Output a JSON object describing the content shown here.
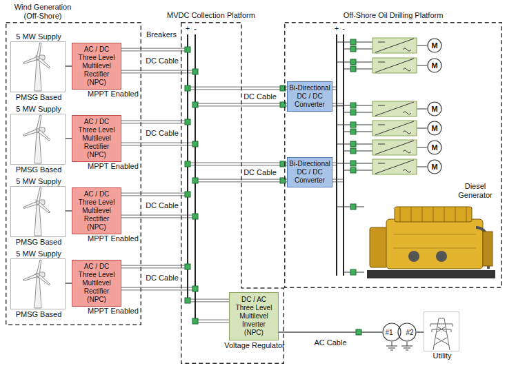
{
  "diagram": {
    "nodes": [
      {
        "text": [
          "Wind Generation (Off-Shore)"
        ]
      },
      {
        "text": [
          "5 MW Supply",
          "PMSG Based"
        ],
        "in": 0
      },
      {
        "text": [
          "AC / DC Three Level Multilevel Rectifier (NPC)",
          "MPPT Enabled"
        ],
        "in": 0
      },
      {
        "text": [
          "5 MW Supply",
          "PMSG Based"
        ],
        "in": 0
      },
      {
        "text": [
          "AC / DC Three Level Multilevel Rectifier (NPC)",
          "MPPT Enabled"
        ],
        "in": 0
      },
      {
        "text": [
          "5 MW Supply",
          "PMSG Based"
        ],
        "in": 0
      },
      {
        "text": [
          "AC / DC Three Level Multilevel Rectifier (NPC)",
          "MPPT Enabled"
        ],
        "in": 0
      },
      {
        "text": [
          "5 MW Supply",
          "PMSG Based"
        ],
        "in": 0
      },
      {
        "text": [
          "AC / DC Three Level Multilevel Rectifier (NPC)",
          "MPPT Enabled"
        ],
        "in": 0
      },
      {
        "text": [
          "MVDC Collection Platform"
        ]
      },
      {
        "text": [
          "DC / AC Three Level Multilevel Inverter (NPC)",
          "Voltage Regulator"
        ],
        "in": 9
      },
      {
        "text": [
          "Off-Shore Oil Drilling Platform"
        ]
      },
      {
        "text": [
          "Bi-Directional DC / DC Converter"
        ],
        "in": 11
      },
      {
        "text": [
          "Bi-Directional DC / DC Converter"
        ],
        "in": 11
      },
      {
        "text": [
          "M"
        ],
        "in": 11
      },
      {
        "text": [
          "M"
        ],
        "in": 11
      },
      {
        "text": [
          "M"
        ],
        "in": 11
      },
      {
        "text": [
          "M"
        ],
        "in": 11
      },
      {
        "text": [
          "M"
        ],
        "in": 11
      },
      {
        "text": [
          "M"
        ],
        "in": 11
      },
      {
        "text": [
          "Diesel Generator"
        ],
        "in": 11
      },
      {
        "text": [
          "#1"
        ]
      },
      {
        "text": [
          "#2"
        ]
      },
      {
        "text": [
          "Utility"
        ]
      }
    ],
    "edges": [
      {
        "from": 1,
        "to": 2,
        "arrow": "none"
      },
      {
        "from": 3,
        "to": 4,
        "arrow": "none"
      },
      {
        "from": 5,
        "to": 6,
        "arrow": "none"
      },
      {
        "from": 7,
        "to": 8,
        "arrow": "none"
      },
      {
        "from": 10,
        "to": 21,
        "label": "AC Cable",
        "arrow": "none"
      },
      {
        "from": 22,
        "to": 23,
        "arrow": "none"
      }
    ],
    "labels": [
      "Breakers",
      "+",
      "-",
      "DC Cable",
      "DC Cable",
      "DC Cable",
      "DC Cable",
      "DC Cable",
      "DC Cable",
      "+",
      "-"
    ]
  }
}
